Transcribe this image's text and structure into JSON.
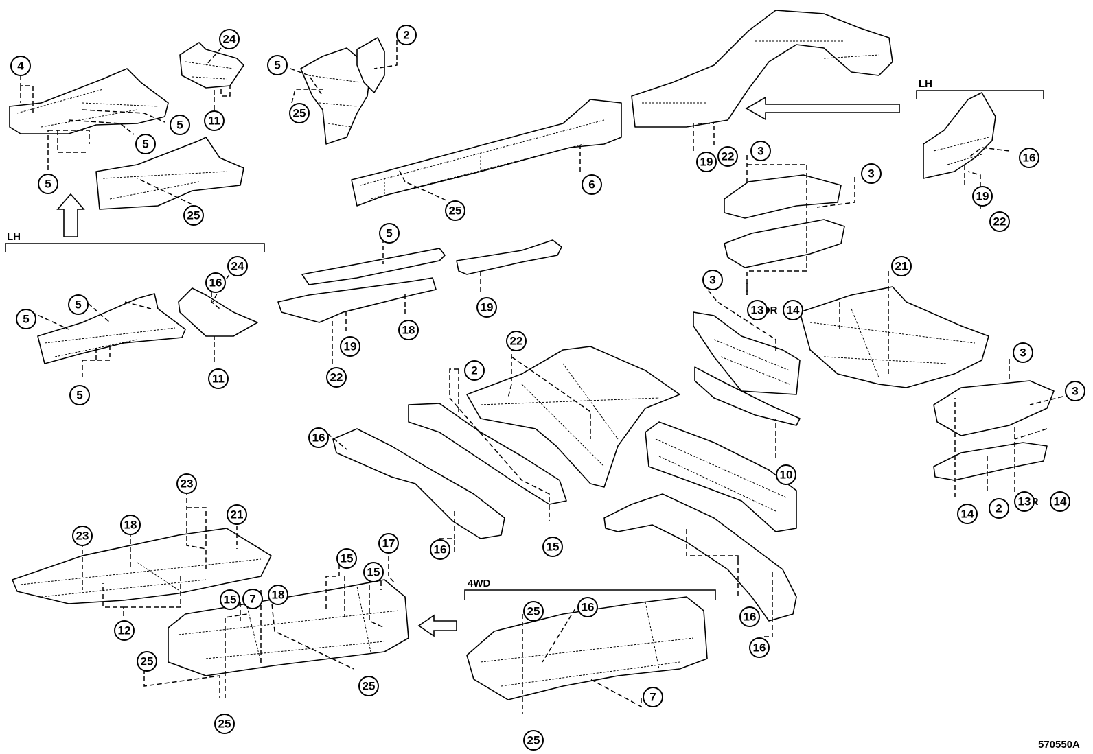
{
  "diagram": {
    "section_labels": {
      "lh_top": "LH",
      "lh_left": "LH",
      "four_wd": "4WD"
    },
    "figure_id": "570550A",
    "or_text": "OR",
    "callouts": [
      {
        "id": "c1",
        "label": "4"
      },
      {
        "id": "c2",
        "label": "24"
      },
      {
        "id": "c3",
        "label": "5"
      },
      {
        "id": "c4",
        "label": "2"
      },
      {
        "id": "c5",
        "label": "5"
      },
      {
        "id": "c6",
        "label": "11"
      },
      {
        "id": "c7",
        "label": "25"
      },
      {
        "id": "c8",
        "label": "5"
      },
      {
        "id": "c9",
        "label": "5"
      },
      {
        "id": "c10",
        "label": "25"
      },
      {
        "id": "c11",
        "label": "6"
      },
      {
        "id": "c12",
        "label": "25"
      },
      {
        "id": "c13",
        "label": "19"
      },
      {
        "id": "c14",
        "label": "22"
      },
      {
        "id": "c15",
        "label": "3"
      },
      {
        "id": "c16",
        "label": "3"
      },
      {
        "id": "c17",
        "label": "16"
      },
      {
        "id": "c18",
        "label": "19"
      },
      {
        "id": "c19",
        "label": "22"
      },
      {
        "id": "c20",
        "label": "5"
      },
      {
        "id": "c21",
        "label": "24"
      },
      {
        "id": "c22",
        "label": "16"
      },
      {
        "id": "c23",
        "label": "5"
      },
      {
        "id": "c24",
        "label": "5"
      },
      {
        "id": "c25",
        "label": "11"
      },
      {
        "id": "c26",
        "label": "5"
      },
      {
        "id": "c27",
        "label": "19"
      },
      {
        "id": "c28",
        "label": "18"
      },
      {
        "id": "c29",
        "label": "19"
      },
      {
        "id": "c30",
        "label": "22"
      },
      {
        "id": "c31",
        "label": "3"
      },
      {
        "id": "c32",
        "label": "13"
      },
      {
        "id": "c33",
        "label": "14"
      },
      {
        "id": "c34",
        "label": "21"
      },
      {
        "id": "c35",
        "label": "22"
      },
      {
        "id": "c36",
        "label": "2"
      },
      {
        "id": "c37",
        "label": "16"
      },
      {
        "id": "c38",
        "label": "3"
      },
      {
        "id": "c39",
        "label": "3"
      },
      {
        "id": "c40",
        "label": "10"
      },
      {
        "id": "c41",
        "label": "15"
      },
      {
        "id": "c42",
        "label": "16"
      },
      {
        "id": "c43",
        "label": "14"
      },
      {
        "id": "c44",
        "label": "2"
      },
      {
        "id": "c45",
        "label": "13"
      },
      {
        "id": "c46",
        "label": "14"
      },
      {
        "id": "c47",
        "label": "23"
      },
      {
        "id": "c48",
        "label": "23"
      },
      {
        "id": "c49",
        "label": "18"
      },
      {
        "id": "c50",
        "label": "21"
      },
      {
        "id": "c51",
        "label": "17"
      },
      {
        "id": "c52",
        "label": "15"
      },
      {
        "id": "c53",
        "label": "15"
      },
      {
        "id": "c54",
        "label": "15"
      },
      {
        "id": "c55",
        "label": "7"
      },
      {
        "id": "c56",
        "label": "18"
      },
      {
        "id": "c57",
        "label": "12"
      },
      {
        "id": "c58",
        "label": "25"
      },
      {
        "id": "c59",
        "label": "25"
      },
      {
        "id": "c60",
        "label": "25"
      },
      {
        "id": "c61",
        "label": "25"
      },
      {
        "id": "c62",
        "label": "16"
      },
      {
        "id": "c63",
        "label": "7"
      },
      {
        "id": "c64",
        "label": "25"
      },
      {
        "id": "c65",
        "label": "16"
      },
      {
        "id": "c66",
        "label": "16"
      }
    ]
  }
}
